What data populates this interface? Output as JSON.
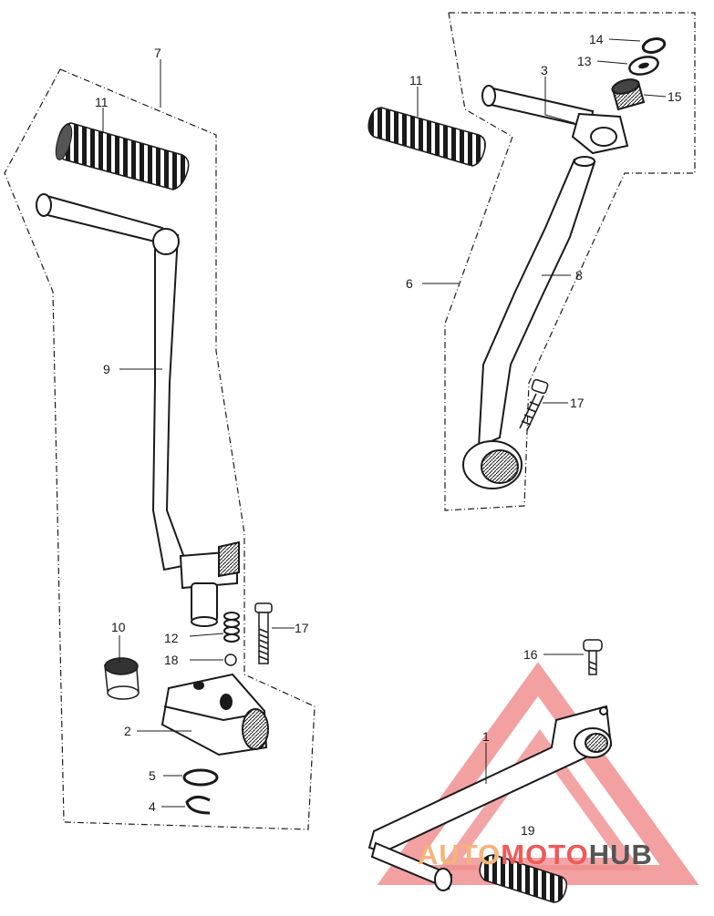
{
  "callouts": {
    "c7": "7",
    "c11a": "11",
    "c9": "9",
    "c10": "10",
    "c12": "12",
    "c18": "18",
    "c17a": "17",
    "c2": "2",
    "c5": "5",
    "c4": "4",
    "c14": "14",
    "c13": "13",
    "c3": "3",
    "c15": "15",
    "c11b": "11",
    "c6": "6",
    "c8": "8",
    "c17b": "17",
    "c16": "16",
    "c1": "1",
    "c19": "19"
  },
  "watermark": {
    "part1": "AUTO",
    "part2": "MOTO",
    "part3": "HUB",
    "colors": {
      "auto": "#f5b37a",
      "moto": "#ee5a5a",
      "hub": "#555555"
    }
  }
}
